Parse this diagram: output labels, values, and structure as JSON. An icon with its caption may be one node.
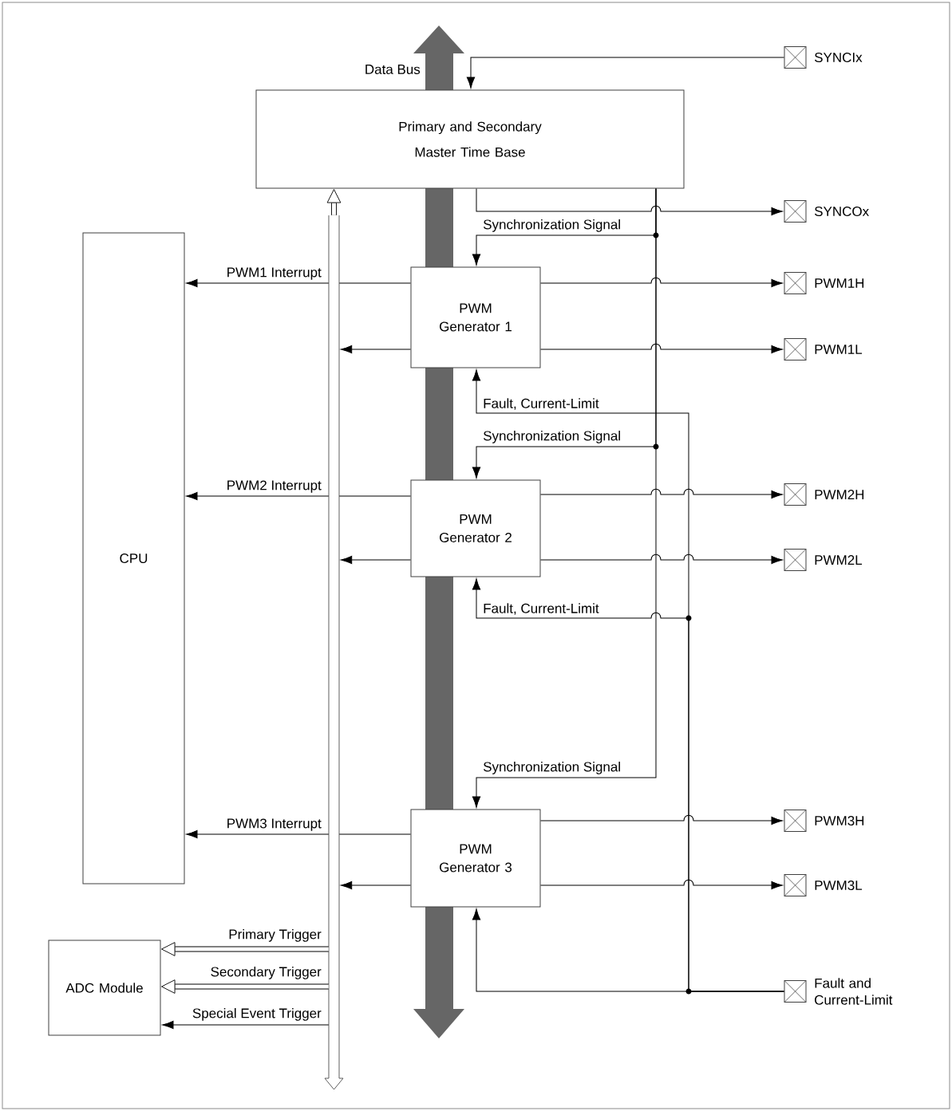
{
  "diagram": {
    "nodes": [
      {
        "text": [
          "Primary and Secondary Master Time Base"
        ]
      },
      {
        "text": [
          "CPU"
        ]
      },
      {
        "text": [
          "PWM Generator 1"
        ]
      },
      {
        "text": [
          "PWM Generator 2"
        ]
      },
      {
        "text": [
          "PWM Generator 3"
        ]
      },
      {
        "text": [
          "ADC Module"
        ]
      },
      {
        "text": [],
        "shape": "bar"
      },
      {
        "text": [],
        "shape": "box",
        "beside": [
          "SYNCIx"
        ]
      },
      {
        "text": [],
        "shape": "box",
        "beside": [
          "SYNCOx"
        ]
      },
      {
        "text": [],
        "shape": "box",
        "beside": [
          "PWM1H"
        ]
      },
      {
        "text": [],
        "shape": "box",
        "beside": [
          "PWM1L"
        ]
      },
      {
        "text": [],
        "shape": "box",
        "beside": [
          "PWM2H"
        ]
      },
      {
        "text": [],
        "shape": "box",
        "beside": [
          "PWM2L"
        ]
      },
      {
        "text": [],
        "shape": "box",
        "beside": [
          "PWM3H"
        ]
      },
      {
        "text": [],
        "shape": "box",
        "beside": [
          "PWM3L"
        ]
      },
      {
        "text": [],
        "shape": "box",
        "beside": [
          "Fault and Current-Limit"
        ]
      }
    ],
    "edges": [
      {
        "from": 7,
        "to": 0,
        "arrow": "to"
      },
      {
        "from": 0,
        "to": 8,
        "arrow": "to"
      },
      {
        "from": 0,
        "to": 2,
        "arrow": "to",
        "label": "Synchronization Signal"
      },
      {
        "from": 0,
        "to": 3,
        "arrow": "to",
        "label": "Synchronization Signal"
      },
      {
        "from": 0,
        "to": 4,
        "arrow": "to",
        "label": "Synchronization Signal"
      },
      {
        "from": 6,
        "to": 1,
        "arrow": "to",
        "label": "PWM1 Interrupt"
      },
      {
        "from": 2,
        "to": 9,
        "arrow": "to"
      },
      {
        "from": 2,
        "to": 10,
        "arrow": "to"
      },
      {
        "from": 2,
        "to": 6,
        "arrow": "to"
      },
      {
        "from": 15,
        "to": 2,
        "arrow": "to",
        "label": "Fault, Current-Limit"
      },
      {
        "from": 6,
        "to": 1,
        "arrow": "to",
        "label": "PWM2 Interrupt"
      },
      {
        "from": 3,
        "to": 11,
        "arrow": "to"
      },
      {
        "from": 3,
        "to": 12,
        "arrow": "to"
      },
      {
        "from": 3,
        "to": 6,
        "arrow": "to"
      },
      {
        "from": 15,
        "to": 3,
        "arrow": "to",
        "label": "Fault, Current-Limit"
      },
      {
        "from": 6,
        "to": 1,
        "arrow": "to",
        "label": "PWM3 Interrupt"
      },
      {
        "from": 4,
        "to": 13,
        "arrow": "to"
      },
      {
        "from": 4,
        "to": 14,
        "arrow": "to"
      },
      {
        "from": 4,
        "to": 6,
        "arrow": "to"
      },
      {
        "from": 15,
        "to": 4,
        "arrow": "to"
      },
      {
        "from": 6,
        "to": 5,
        "arrow": "to",
        "label": "Primary Trigger",
        "style": "thick"
      },
      {
        "from": 6,
        "to": 5,
        "arrow": "to",
        "label": "Secondary Trigger",
        "style": "thick"
      },
      {
        "from": 6,
        "to": 5,
        "arrow": "to",
        "label": "Special Event Trigger"
      },
      {
        "from": 6,
        "to": 0,
        "arrow": "to",
        "style": "thick"
      },
      {
        "from": 2,
        "to": 6,
        "arrow": "none"
      },
      {
        "from": 3,
        "to": 6,
        "arrow": "none"
      },
      {
        "from": 4,
        "to": 6,
        "arrow": "none"
      }
    ],
    "labels": [
      "Data Bus"
    ]
  }
}
